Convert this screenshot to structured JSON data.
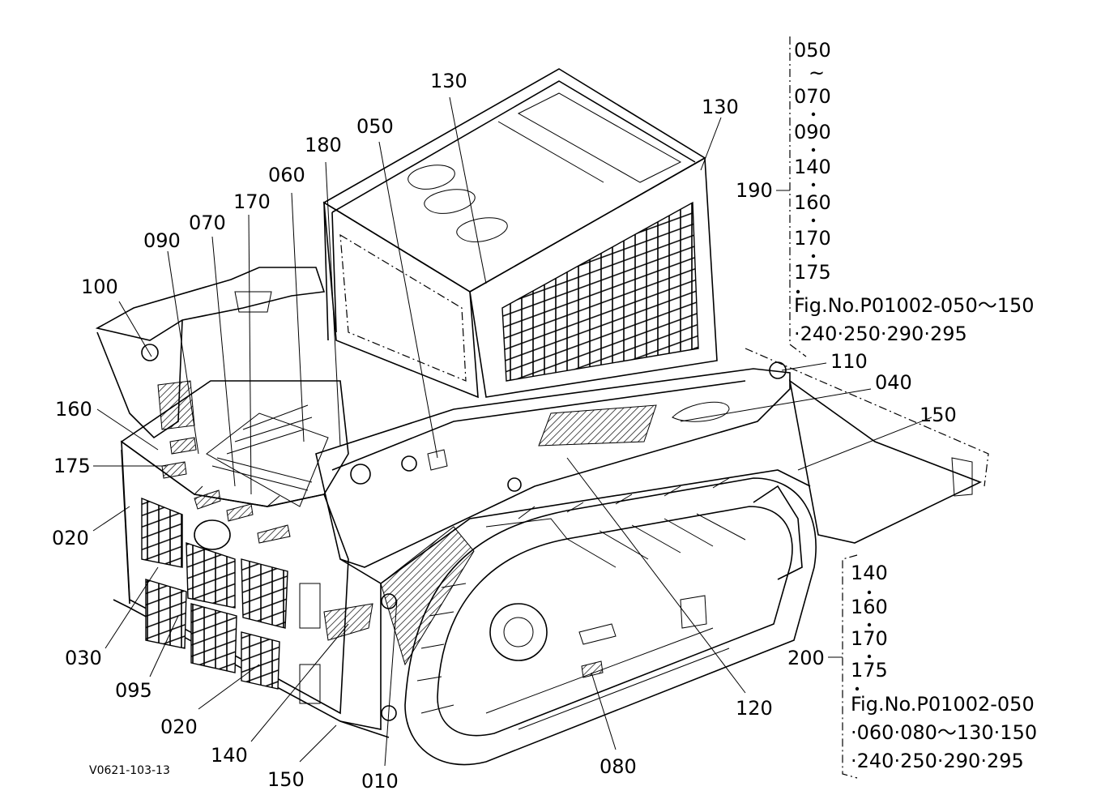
{
  "labels": {
    "p010": "010",
    "p020a": "020",
    "p020b": "020",
    "p030": "030",
    "p040": "040",
    "p050": "050",
    "p060": "060",
    "p070": "070",
    "p080": "080",
    "p090": "090",
    "p095": "095",
    "p100": "100",
    "p110": "110",
    "p120": "120",
    "p130a": "130",
    "p130b": "130",
    "p140": "140",
    "p150a": "150",
    "p150b": "150",
    "p160": "160",
    "p170": "170",
    "p175": "175",
    "p180": "180",
    "p190": "190",
    "p200": "200"
  },
  "group190": {
    "items": [
      "050",
      "070",
      "090",
      "140",
      "160",
      "170",
      "175"
    ],
    "tilde": "~",
    "ref1": "Fig.No.P01002-050～150",
    "ref2": "·240·250·290·295"
  },
  "group200": {
    "items": [
      "140",
      "160",
      "170",
      "175"
    ],
    "ref1": "Fig.No.P01002-050",
    "ref2": "·060·080～130·150",
    "ref3": "·240·250·290·295"
  },
  "drawing_code": "V0621-103-13"
}
